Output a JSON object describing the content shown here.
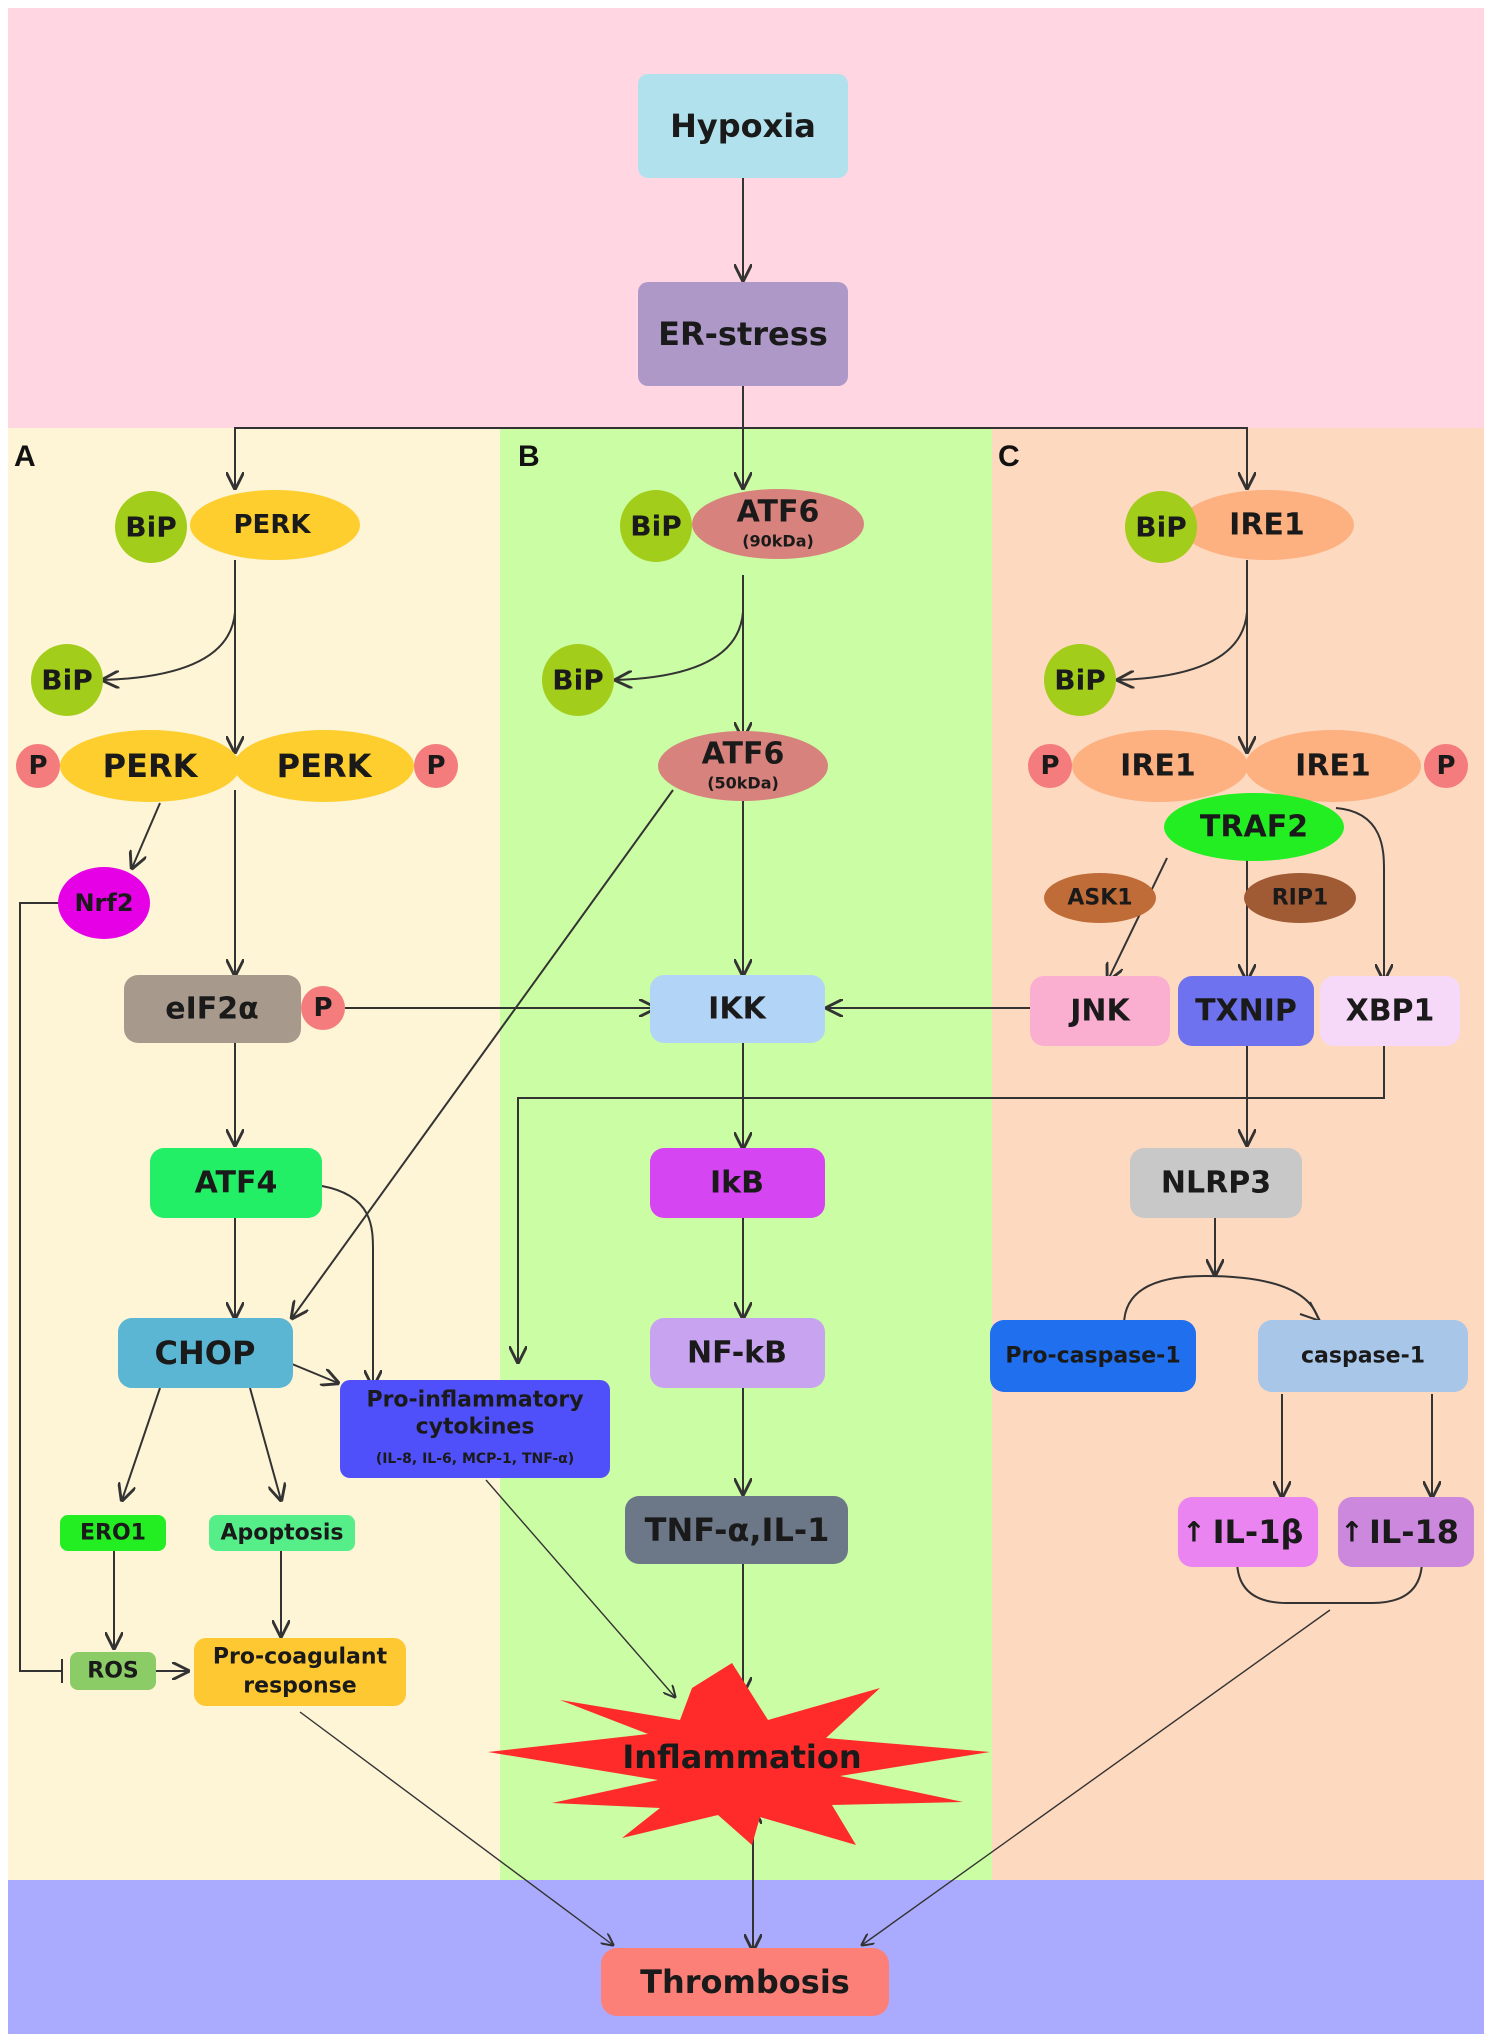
{
  "panels": {
    "a": "A",
    "b": "B",
    "c": "C"
  },
  "top": {
    "hypoxia": "Hypoxia",
    "er_stress": "ER-stress"
  },
  "perk_branch": {
    "bip": "BiP",
    "perk": "PERK",
    "p": "P",
    "nrf2": "Nrf2",
    "eif2a": "eIF2α",
    "atf4": "ATF4",
    "chop": "CHOP",
    "ero1": "ERO1",
    "apoptosis": "Apoptosis",
    "ros": "ROS",
    "procoag_line1": "Pro-coagulant",
    "procoag_line2": "response"
  },
  "atf6_branch": {
    "bip": "BiP",
    "atf6": "ATF6",
    "atf6_90": "(90kDa)",
    "atf6_50": "(50kDa)",
    "ikk": "IKK",
    "ikb": "IkB",
    "nfkb": "NF-kB",
    "tnf": "TNF-α,IL-1",
    "cyto_line1": "Pro-inflammatory",
    "cyto_line2": "cytokines",
    "cyto_line3": "(IL-8, IL-6, MCP-1, TNF-α)",
    "inflammation": "Inflammation"
  },
  "ire1_branch": {
    "bip": "BiP",
    "ire1": "IRE1",
    "p": "P",
    "traf2": "TRAF2",
    "ask1": "ASK1",
    "rip1": "RIP1",
    "jnk": "JNK",
    "txnip": "TXNIP",
    "xbp1": "XBP1",
    "nlrp3": "NLRP3",
    "procasp": "Pro-caspase-1",
    "casp": "caspase-1",
    "il1b": "IL-1β",
    "il18": "IL-18",
    "up_arrow": "↑"
  },
  "bottom": {
    "thrombosis": "Thrombosis"
  },
  "colors": {
    "top_band": "#ffd6e2",
    "panel_a": "#fef4d6",
    "panel_b": "#cbfda4",
    "panel_c": "#fdd9bf",
    "bottom_band": "#aaaaff",
    "hypoxia": "#b0e1ec",
    "er_stress": "#ad98c8",
    "bip": "#a2cd1a",
    "perk": "#fdce2e",
    "phospho": "#f47c7c",
    "nrf2": "#e600e6",
    "eif2a": "#a79a8d",
    "atf4": "#22ee66",
    "chop": "#5bb6d4",
    "ero1": "#22ee22",
    "apoptosis": "#55ee88",
    "ros": "#8ccc66",
    "procoag": "#fdc832",
    "atf6": "#d7827c",
    "ikk": "#b2d4f6",
    "ikb": "#d645f2",
    "nfkb": "#c8a4f0",
    "tnf": "#6c7888",
    "cytokines": "#5050fa",
    "inflammation": "#ff2a2a",
    "ire1": "#fdb080",
    "traf2": "#22ee22",
    "ask1": "#bf6c38",
    "rip1": "#a05a34",
    "jnk": "#faaed0",
    "txnip": "#6e72ee",
    "xbp1": "#f6d8f8",
    "nlrp3": "#c8c8c8",
    "procasp": "#1f6fef",
    "casp": "#a7c6e8",
    "il1b": "#ea84f0",
    "il18": "#cc88dd",
    "thrombosis": "#fc8078"
  }
}
